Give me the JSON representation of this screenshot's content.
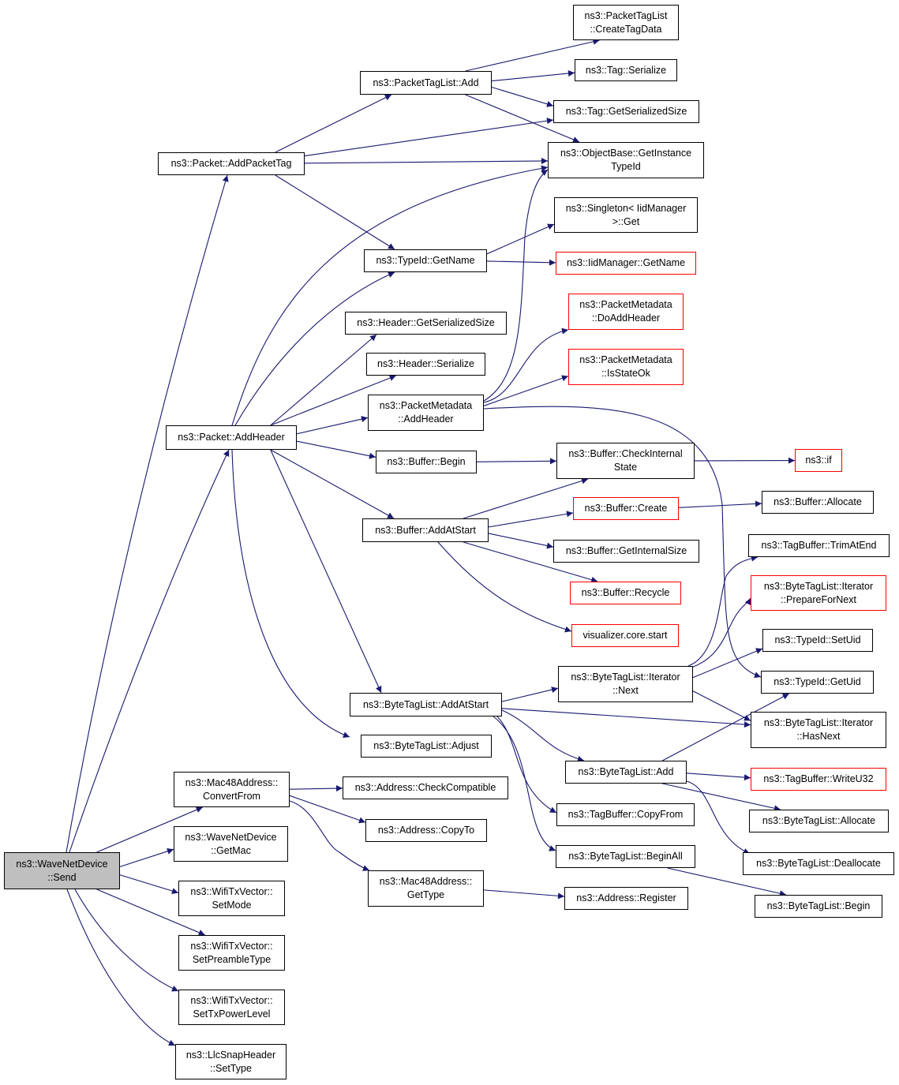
{
  "colors": {
    "edge": "#191970",
    "node_border": "#000000",
    "undocumented_border": "#ff0000",
    "root_fill": "#bfbfbf"
  },
  "nodes": [
    {
      "id": "send",
      "label": "ns3::WaveNetDevice\n::Send",
      "style": "root"
    },
    {
      "id": "addPacketTag",
      "label": "ns3::Packet::AddPacketTag",
      "style": "normal"
    },
    {
      "id": "addHeader",
      "label": "ns3::Packet::AddHeader",
      "style": "normal"
    },
    {
      "id": "macConvertFrom",
      "label": "ns3::Mac48Address::\nConvertFrom",
      "style": "normal"
    },
    {
      "id": "getMac",
      "label": "ns3::WaveNetDevice\n::GetMac",
      "style": "normal"
    },
    {
      "id": "setMode",
      "label": "ns3::WifiTxVector::\nSetMode",
      "style": "normal"
    },
    {
      "id": "setPreamble",
      "label": "ns3::WifiTxVector::\nSetPreambleType",
      "style": "normal"
    },
    {
      "id": "setTxPower",
      "label": "ns3::WifiTxVector::\nSetTxPowerLevel",
      "style": "normal"
    },
    {
      "id": "llcSetType",
      "label": "ns3::LlcSnapHeader\n::SetType",
      "style": "normal"
    },
    {
      "id": "ptlAdd",
      "label": "ns3::PacketTagList::Add",
      "style": "normal"
    },
    {
      "id": "ptlCreateTagData",
      "label": "ns3::PacketTagList\n::CreateTagData",
      "style": "normal"
    },
    {
      "id": "tagSerialize",
      "label": "ns3::Tag::Serialize",
      "style": "normal"
    },
    {
      "id": "tagGetSerializedSize",
      "label": "ns3::Tag::GetSerializedSize",
      "style": "normal"
    },
    {
      "id": "getInstanceTypeId",
      "label": "ns3::ObjectBase::GetInstance\nTypeId",
      "style": "normal"
    },
    {
      "id": "singletonGet",
      "label": "ns3::Singleton< IidManager\n>::Get",
      "style": "normal"
    },
    {
      "id": "typeIdGetName",
      "label": "ns3::TypeId::GetName",
      "style": "normal"
    },
    {
      "id": "iidGetName",
      "label": "ns3::IidManager::GetName",
      "style": "red"
    },
    {
      "id": "headerGetSerializedSize",
      "label": "ns3::Header::GetSerializedSize",
      "style": "normal"
    },
    {
      "id": "headerSerialize",
      "label": "ns3::Header::Serialize",
      "style": "normal"
    },
    {
      "id": "pmAddHeader",
      "label": "ns3::PacketMetadata\n::AddHeader",
      "style": "normal"
    },
    {
      "id": "pmDoAddHeader",
      "label": "ns3::PacketMetadata\n::DoAddHeader",
      "style": "red"
    },
    {
      "id": "pmIsStateOk",
      "label": "ns3::PacketMetadata\n::IsStateOk",
      "style": "red"
    },
    {
      "id": "bufBegin",
      "label": "ns3::Buffer::Begin",
      "style": "normal"
    },
    {
      "id": "bufCheckInternal",
      "label": "ns3::Buffer::CheckInternal\nState",
      "style": "normal"
    },
    {
      "id": "nsIf",
      "label": "ns3::if",
      "style": "red"
    },
    {
      "id": "bufAddAtStart",
      "label": "ns3::Buffer::AddAtStart",
      "style": "normal"
    },
    {
      "id": "bufCreate",
      "label": "ns3::Buffer::Create",
      "style": "red"
    },
    {
      "id": "bufAllocate",
      "label": "ns3::Buffer::Allocate",
      "style": "normal"
    },
    {
      "id": "bufGetInternalSize",
      "label": "ns3::Buffer::GetInternalSize",
      "style": "normal"
    },
    {
      "id": "bufRecycle",
      "label": "ns3::Buffer::Recycle",
      "style": "red"
    },
    {
      "id": "vizStart",
      "label": "visualizer.core.start",
      "style": "red"
    },
    {
      "id": "tbTrimAtEnd",
      "label": "ns3::TagBuffer::TrimAtEnd",
      "style": "normal"
    },
    {
      "id": "btlItPrepare",
      "label": "ns3::ByteTagList::Iterator\n::PrepareForNext",
      "style": "red"
    },
    {
      "id": "typeIdSetUid",
      "label": "ns3::TypeId::SetUid",
      "style": "normal"
    },
    {
      "id": "btlItNext",
      "label": "ns3::ByteTagList::Iterator\n::Next",
      "style": "normal"
    },
    {
      "id": "typeIdGetUid",
      "label": "ns3::TypeId::GetUid",
      "style": "normal"
    },
    {
      "id": "btlAddAtStart",
      "label": "ns3::ByteTagList::AddAtStart",
      "style": "normal"
    },
    {
      "id": "btlItHasNext",
      "label": "ns3::ByteTagList::Iterator\n::HasNext",
      "style": "normal"
    },
    {
      "id": "btlAdjust",
      "label": "ns3::ByteTagList::Adjust",
      "style": "normal"
    },
    {
      "id": "btlAdd",
      "label": "ns3::ByteTagList::Add",
      "style": "normal"
    },
    {
      "id": "tbWriteU32",
      "label": "ns3::TagBuffer::WriteU32",
      "style": "red"
    },
    {
      "id": "tbCopyFrom",
      "label": "ns3::TagBuffer::CopyFrom",
      "style": "normal"
    },
    {
      "id": "btlAllocate",
      "label": "ns3::ByteTagList::Allocate",
      "style": "normal"
    },
    {
      "id": "btlBeginAll",
      "label": "ns3::ByteTagList::BeginAll",
      "style": "normal"
    },
    {
      "id": "btlDeallocate",
      "label": "ns3::ByteTagList::Deallocate",
      "style": "normal"
    },
    {
      "id": "btlBegin",
      "label": "ns3::ByteTagList::Begin",
      "style": "normal"
    },
    {
      "id": "addrCheckCompatible",
      "label": "ns3::Address::CheckCompatible",
      "style": "normal"
    },
    {
      "id": "addrCopyTo",
      "label": "ns3::Address::CopyTo",
      "style": "normal"
    },
    {
      "id": "macGetType",
      "label": "ns3::Mac48Address::\nGetType",
      "style": "normal"
    },
    {
      "id": "addrRegister",
      "label": "ns3::Address::Register",
      "style": "normal"
    }
  ],
  "edges": [
    {
      "from": "send",
      "to": "addPacketTag"
    },
    {
      "from": "send",
      "to": "addHeader"
    },
    {
      "from": "send",
      "to": "macConvertFrom"
    },
    {
      "from": "send",
      "to": "getMac"
    },
    {
      "from": "send",
      "to": "setMode"
    },
    {
      "from": "send",
      "to": "setPreamble"
    },
    {
      "from": "send",
      "to": "setTxPower"
    },
    {
      "from": "send",
      "to": "llcSetType"
    },
    {
      "from": "addPacketTag",
      "to": "ptlAdd"
    },
    {
      "from": "addPacketTag",
      "to": "tagGetSerializedSize"
    },
    {
      "from": "addPacketTag",
      "to": "getInstanceTypeId"
    },
    {
      "from": "addPacketTag",
      "to": "typeIdGetName"
    },
    {
      "from": "ptlAdd",
      "to": "ptlCreateTagData"
    },
    {
      "from": "ptlAdd",
      "to": "tagSerialize"
    },
    {
      "from": "ptlAdd",
      "to": "tagGetSerializedSize"
    },
    {
      "from": "ptlAdd",
      "to": "getInstanceTypeId"
    },
    {
      "from": "typeIdGetName",
      "to": "singletonGet"
    },
    {
      "from": "typeIdGetName",
      "to": "iidGetName"
    },
    {
      "from": "addHeader",
      "to": "getInstanceTypeId"
    },
    {
      "from": "addHeader",
      "to": "typeIdGetName"
    },
    {
      "from": "addHeader",
      "to": "headerGetSerializedSize"
    },
    {
      "from": "addHeader",
      "to": "headerSerialize"
    },
    {
      "from": "addHeader",
      "to": "pmAddHeader"
    },
    {
      "from": "addHeader",
      "to": "bufBegin"
    },
    {
      "from": "addHeader",
      "to": "bufAddAtStart"
    },
    {
      "from": "addHeader",
      "to": "btlAddAtStart"
    },
    {
      "from": "addHeader",
      "to": "btlAdjust"
    },
    {
      "from": "pmAddHeader",
      "to": "getInstanceTypeId"
    },
    {
      "from": "pmAddHeader",
      "to": "pmDoAddHeader"
    },
    {
      "from": "pmAddHeader",
      "to": "pmIsStateOk"
    },
    {
      "from": "pmAddHeader",
      "to": "typeIdGetUid"
    },
    {
      "from": "bufBegin",
      "to": "bufCheckInternal"
    },
    {
      "from": "bufCheckInternal",
      "to": "nsIf"
    },
    {
      "from": "bufAddAtStart",
      "to": "bufCheckInternal"
    },
    {
      "from": "bufAddAtStart",
      "to": "bufCreate"
    },
    {
      "from": "bufAddAtStart",
      "to": "bufGetInternalSize"
    },
    {
      "from": "bufAddAtStart",
      "to": "bufRecycle"
    },
    {
      "from": "bufAddAtStart",
      "to": "vizStart"
    },
    {
      "from": "bufCreate",
      "to": "bufAllocate"
    },
    {
      "from": "btlAddAtStart",
      "to": "btlItNext"
    },
    {
      "from": "btlAddAtStart",
      "to": "btlItHasNext"
    },
    {
      "from": "btlAddAtStart",
      "to": "btlAdd"
    },
    {
      "from": "btlAddAtStart",
      "to": "tbCopyFrom"
    },
    {
      "from": "btlAddAtStart",
      "to": "btlBeginAll"
    },
    {
      "from": "btlItNext",
      "to": "tbTrimAtEnd"
    },
    {
      "from": "btlItNext",
      "to": "btlItPrepare"
    },
    {
      "from": "btlItNext",
      "to": "typeIdSetUid"
    },
    {
      "from": "btlItNext",
      "to": "btlItHasNext"
    },
    {
      "from": "btlAdd",
      "to": "typeIdGetUid"
    },
    {
      "from": "btlAdd",
      "to": "tbWriteU32"
    },
    {
      "from": "btlAdd",
      "to": "btlAllocate"
    },
    {
      "from": "btlAdd",
      "to": "btlDeallocate"
    },
    {
      "from": "btlBeginAll",
      "to": "btlBegin"
    },
    {
      "from": "macConvertFrom",
      "to": "addrCheckCompatible"
    },
    {
      "from": "macConvertFrom",
      "to": "addrCopyTo"
    },
    {
      "from": "macConvertFrom",
      "to": "macGetType"
    },
    {
      "from": "macGetType",
      "to": "addrRegister"
    }
  ]
}
